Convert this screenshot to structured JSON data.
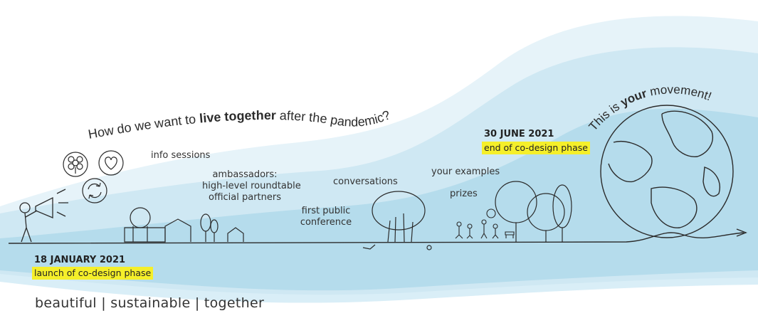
{
  "headline": {
    "prefix": "How do we want to ",
    "bold": "live together",
    "suffix": " after the pandemic?"
  },
  "movement": {
    "prefix": "This is ",
    "bold": "your",
    "suffix": " movement!"
  },
  "milestones": {
    "info_sessions": "info sessions",
    "ambassadors_line1": "ambassadors:",
    "ambassadors_line2": "high-level roundtable",
    "ambassadors_line3": "official partners",
    "conversations": "conversations",
    "first_public_line1": "first public",
    "first_public_line2": "conference",
    "your_examples": "your examples",
    "prizes": "prizes"
  },
  "start": {
    "date": "18 JANUARY 2021",
    "label": "launch of co-design phase"
  },
  "end": {
    "date": "30 JUNE 2021",
    "label": "end of co-design phase"
  },
  "tagline": "beautiful  |  sustainable  |  together",
  "colors": {
    "wave_light": "#e4f2f8",
    "wave_mid": "#c8e6f2",
    "wave_dark": "#a9d7ea",
    "highlight": "#f5ef2a",
    "ink": "#2b2b2b"
  }
}
